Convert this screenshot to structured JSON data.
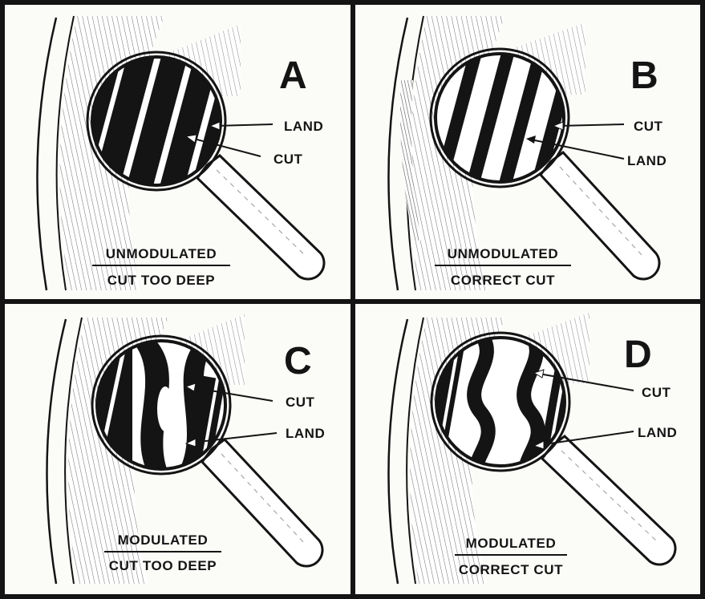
{
  "panels": [
    {
      "letter": "A",
      "pointer_top": "LAND",
      "pointer_bottom": "CUT",
      "caption_line1": "UNMODULATED",
      "caption_line2": "CUT TOO DEEP"
    },
    {
      "letter": "B",
      "pointer_top": "CUT",
      "pointer_bottom": "LAND",
      "caption_line1": "UNMODULATED",
      "caption_line2": "CORRECT CUT"
    },
    {
      "letter": "C",
      "pointer_top": "CUT",
      "pointer_bottom": "LAND",
      "caption_line1": "MODULATED",
      "caption_line2": "CUT TOO DEEP"
    },
    {
      "letter": "D",
      "pointer_top": "CUT",
      "pointer_bottom": "LAND",
      "caption_line1": "MODULATED",
      "caption_line2": "CORRECT CUT"
    }
  ],
  "colors": {
    "ink": "#141414",
    "paper": "#fbfbf8",
    "groove_shade": "#8a8a8a"
  }
}
